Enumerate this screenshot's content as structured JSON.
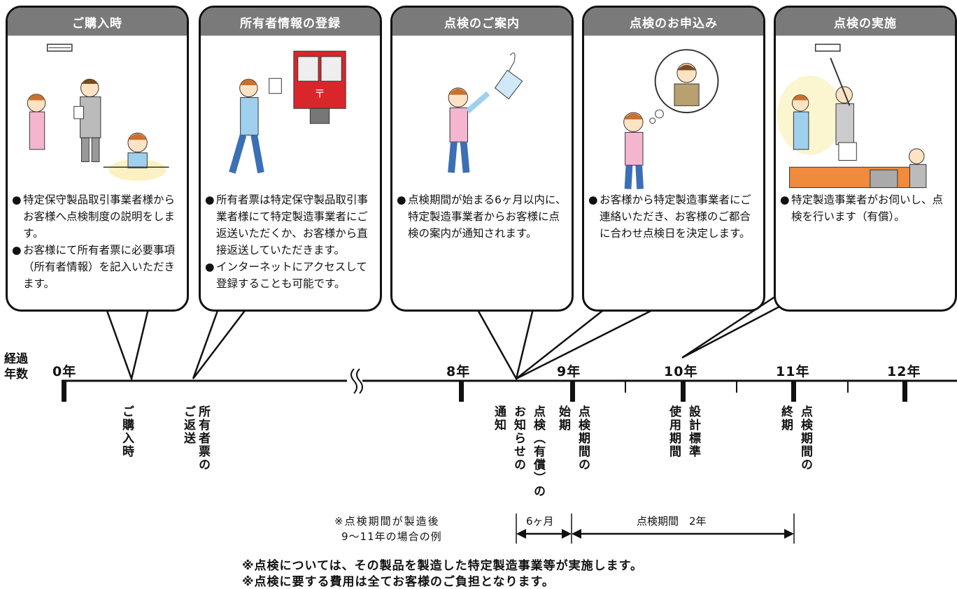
{
  "panels": [
    {
      "title": "ご購入時",
      "bullets": [
        "特定保守製品取引事業者様からお客様へ点検制度の説明をします。",
        "お客様にて所有者票に必要事項（所有者情報）を記入いただきます。"
      ]
    },
    {
      "title": "所有者情報の登録",
      "bullets": [
        "所有者票は特定保守製品取引事業者様にて特定製造事業者にご返送いただくか、お客様から直接返送していただきます。",
        "インターネットにアクセスして登録することも可能です。"
      ]
    },
    {
      "title": "点検のご案内",
      "bullets": [
        "点検期間が始まる6ヶ月以内に、特定製造事業者からお客様に点検の案内が通知されます。"
      ]
    },
    {
      "title": "点検のお申込み",
      "bullets": [
        "お客様から特定製造事業者にご連絡いただき、お客様のご都合に合わせ点検日を決定します。"
      ]
    },
    {
      "title": "点検の実施",
      "bullets": [
        "特定製造事業者がお伺いし、点検を行います（有償）。"
      ]
    }
  ],
  "bullet_mark": "●",
  "timeline": {
    "axis_label_1": "経過",
    "axis_label_2": "年数",
    "years": [
      "0年",
      "8年",
      "9年",
      "10年",
      "11年",
      "12年"
    ],
    "events": [
      "ご購入時",
      "所有者票のご返送",
      "通知",
      "お知らせの",
      "点検（有償）の",
      "始期",
      "点検期間の",
      "使用期間",
      "設計標準",
      "終期",
      "点検期間の"
    ]
  },
  "notes": {
    "example_line1": "※点検期間が製造後",
    "example_line2": "9〜11年の場合の例",
    "six_months": "6ヶ月",
    "period": "点検期間　2年"
  },
  "footer": [
    "※点検については、その製品を製造した特定製造事業等が実施します。",
    "※点検に要する費用は全てお客様のご負担となります。"
  ],
  "colors": {
    "header_gray": "#7a7a7a",
    "apron_pink": "#f4b6cf",
    "shirt_blue": "#9fd0ee",
    "postbox_red": "#d9262b",
    "kitchen_orange": "#f08a3c"
  }
}
